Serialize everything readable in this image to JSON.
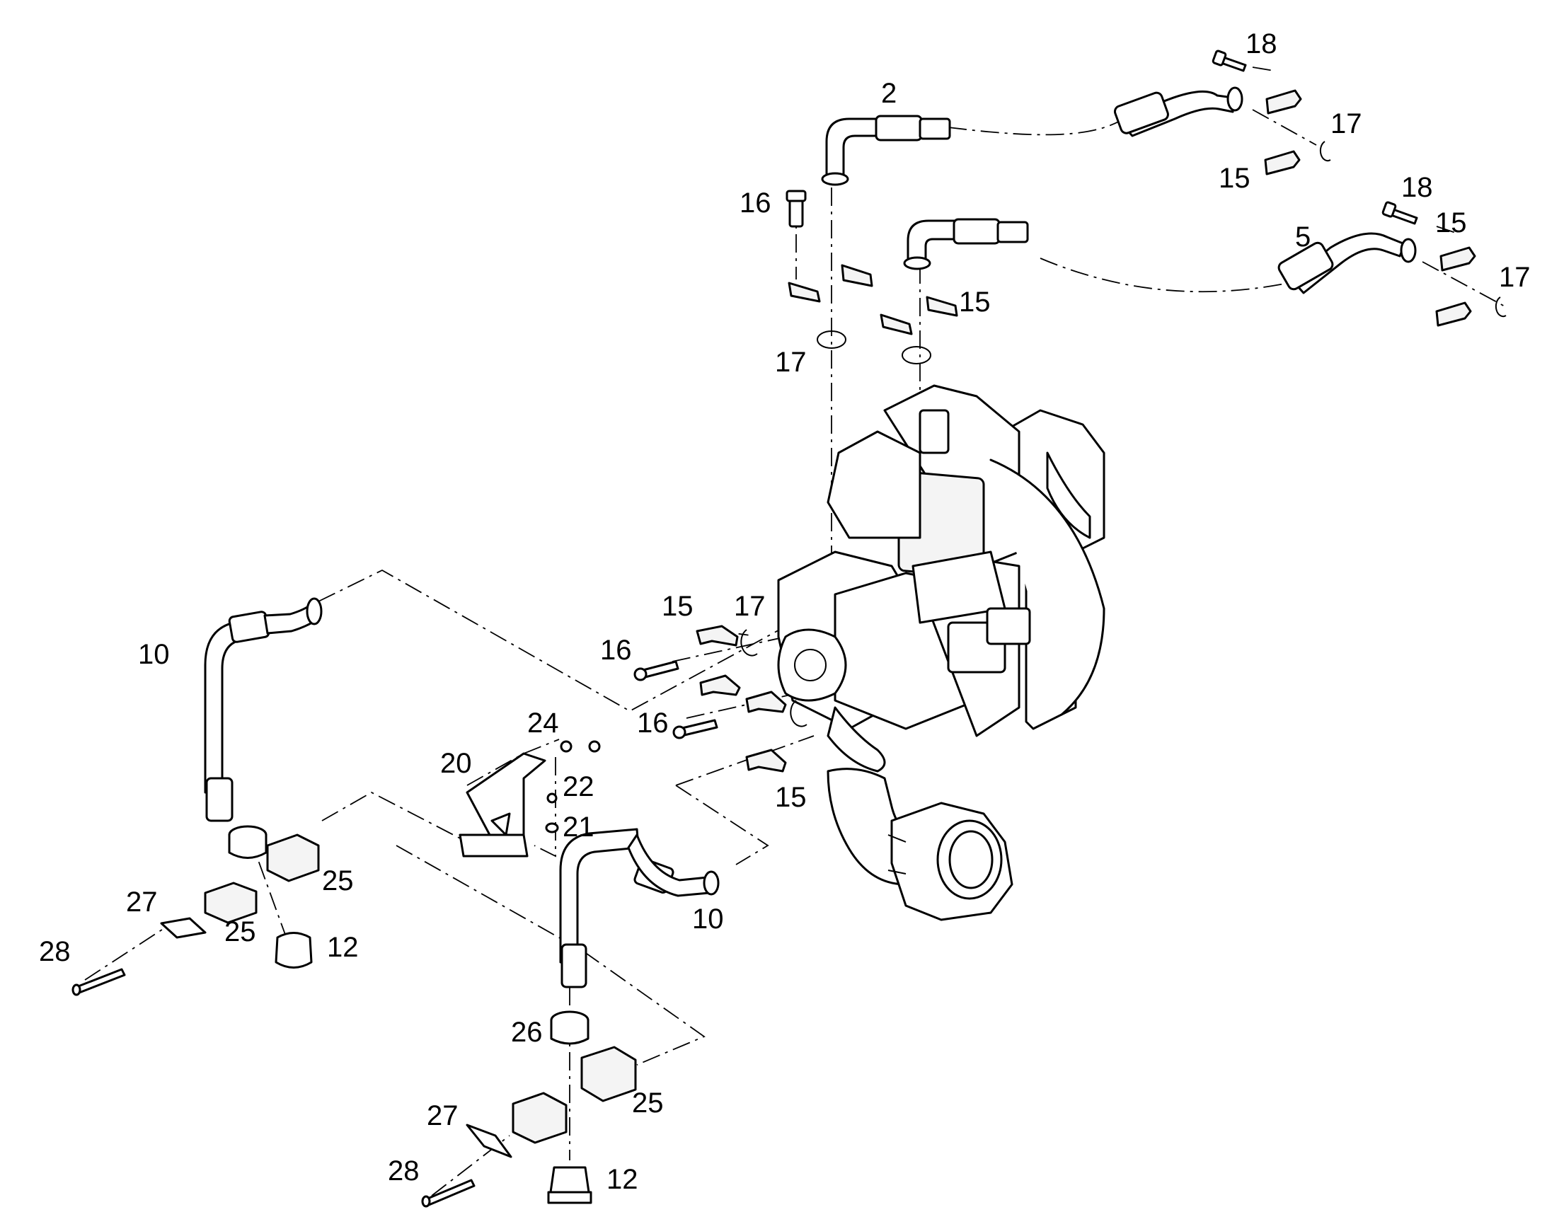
{
  "diagram": {
    "callouts": [
      {
        "id": "c2",
        "text": "2"
      },
      {
        "id": "c18a",
        "text": "18"
      },
      {
        "id": "c17a",
        "text": "17"
      },
      {
        "id": "c15a",
        "text": "15"
      },
      {
        "id": "c16a",
        "text": "16"
      },
      {
        "id": "c18b",
        "text": "18"
      },
      {
        "id": "c15b",
        "text": "15"
      },
      {
        "id": "c5",
        "text": "5"
      },
      {
        "id": "c17b",
        "text": "17"
      },
      {
        "id": "c15c",
        "text": "15"
      },
      {
        "id": "c17c",
        "text": "17"
      },
      {
        "id": "c10a",
        "text": "10"
      },
      {
        "id": "c15d",
        "text": "15"
      },
      {
        "id": "c17d",
        "text": "17"
      },
      {
        "id": "c16b",
        "text": "16"
      },
      {
        "id": "c24",
        "text": "24"
      },
      {
        "id": "c16c",
        "text": "16"
      },
      {
        "id": "c20",
        "text": "20"
      },
      {
        "id": "c22",
        "text": "22"
      },
      {
        "id": "c15e",
        "text": "15"
      },
      {
        "id": "c21",
        "text": "21"
      },
      {
        "id": "c25a",
        "text": "25"
      },
      {
        "id": "c27a",
        "text": "27"
      },
      {
        "id": "c25b",
        "text": "25"
      },
      {
        "id": "c10b",
        "text": "10"
      },
      {
        "id": "c28a",
        "text": "28"
      },
      {
        "id": "c12a",
        "text": "12"
      },
      {
        "id": "c26",
        "text": "26"
      },
      {
        "id": "c25c",
        "text": "25"
      },
      {
        "id": "c27b",
        "text": "27"
      },
      {
        "id": "c28b",
        "text": "28"
      },
      {
        "id": "c12b",
        "text": "12"
      }
    ]
  }
}
